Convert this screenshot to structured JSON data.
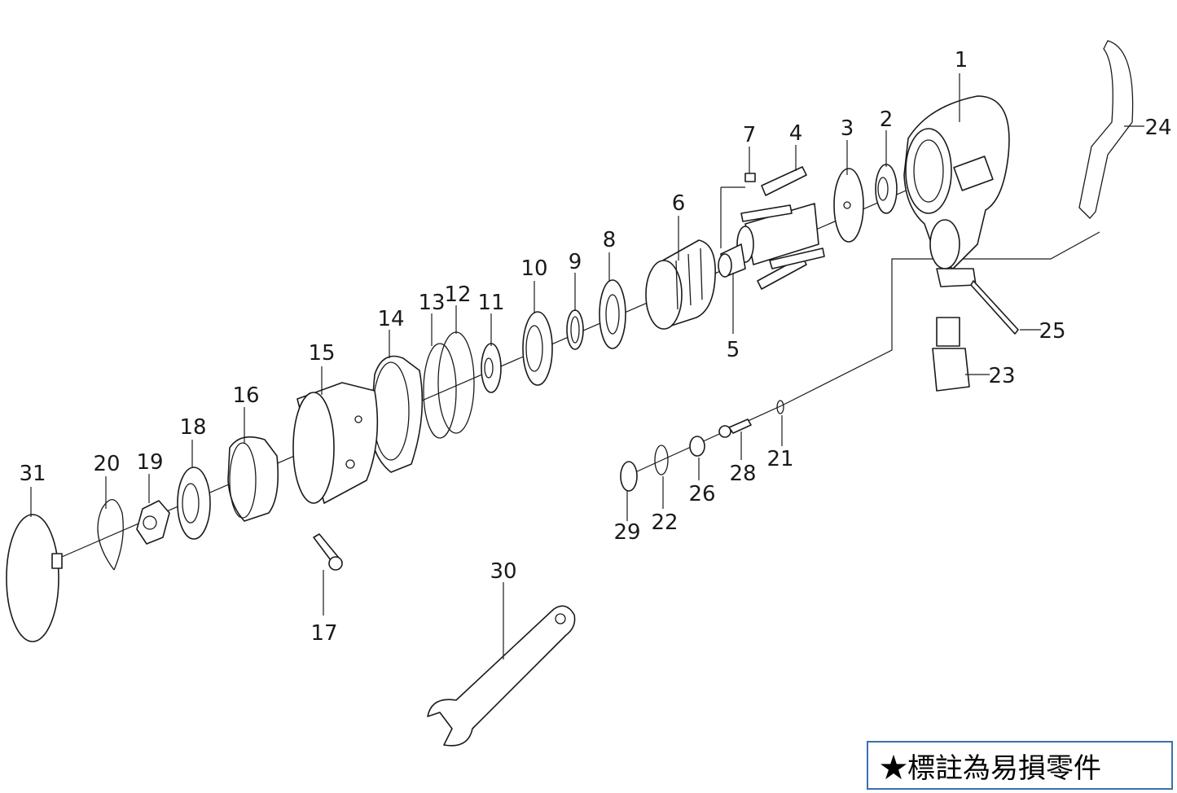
{
  "legend": {
    "text": "★標註為易損零件"
  },
  "callouts": [
    "1",
    "2",
    "3",
    "4",
    "5",
    "6",
    "7",
    "8",
    "9",
    "10",
    "11",
    "12",
    "13",
    "14",
    "15",
    "16",
    "17",
    "18",
    "19",
    "20",
    "21",
    "22",
    "23",
    "24",
    "25",
    "26",
    "28",
    "29",
    "30",
    "31"
  ]
}
